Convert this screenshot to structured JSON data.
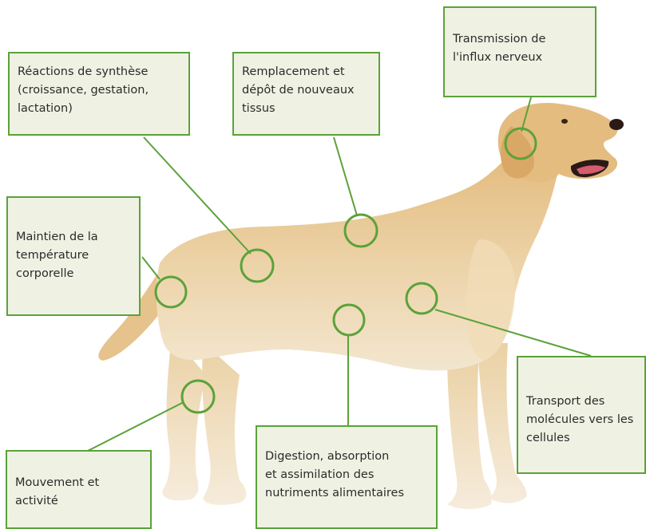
{
  "colors": {
    "accent_green": "#5ba23a",
    "box_fill": "#eff2e3",
    "text": "#2b2b2b",
    "dog_fur": "#e7c796"
  },
  "image": {
    "subject": "dog-illustration"
  },
  "labels": [
    {
      "id": "synthesis",
      "lines": [
        "Réactions de synthèse",
        "(croissance, gestation,",
        "lactation)"
      ]
    },
    {
      "id": "tissue",
      "lines": [
        "Remplacement et",
        "dépôt de nouveaux",
        "tissus"
      ]
    },
    {
      "id": "nerve",
      "lines": [
        "Transmission de",
        "l'influx nerveux"
      ]
    },
    {
      "id": "temperature",
      "lines": [
        "Maintien de la",
        "température",
        "corporelle"
      ]
    },
    {
      "id": "transport",
      "lines": [
        "Transport des",
        "molécules vers les",
        "cellules"
      ]
    },
    {
      "id": "movement",
      "lines": [
        "Mouvement et",
        "activité"
      ]
    },
    {
      "id": "digestion",
      "lines": [
        "Digestion, absorption",
        "et assimilation des",
        "nutriments alimentaires"
      ]
    }
  ]
}
